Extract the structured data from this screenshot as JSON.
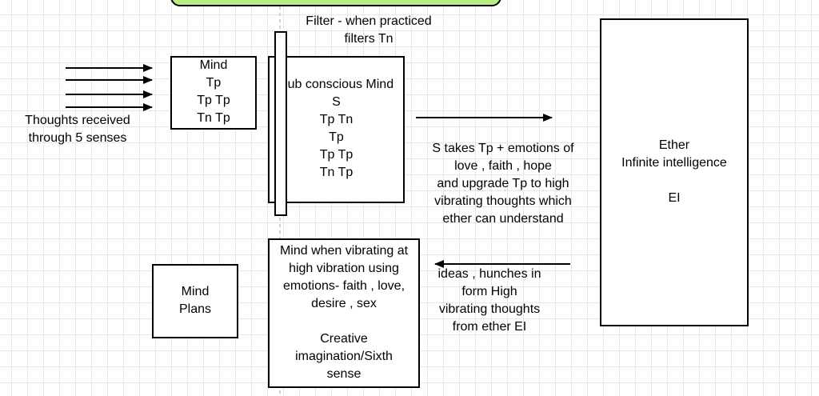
{
  "diagram": {
    "filter_label": "Filter - when practiced\nfilters Tn",
    "thoughts_label": "Thoughts received\nthrough 5 senses",
    "mind_box": "Mind\nTp\nTp Tp\nTn Tp",
    "subconscious_box": "Sub conscious Mind\nS\nTp Tn\nTp\nTp Tp\nTn Tp",
    "s_takes_label": "S takes Tp + emotions of\nlove , faith , hope\nand upgrade Tp to high\nvibrating thoughts which\nether can understand",
    "ether_box": "Ether\nInfinite intelligence\n\nEI",
    "ideas_label": "ideas , hunches in\nform High\nvibrating thoughts\nfrom ether EI",
    "mind_vibrating_box": "Mind when vibrating at\nhigh vibration using\nemotions- faith , love,\ndesire , sex\n\nCreative\nimagination/Sixth\nsense",
    "mind_plans_box": "Mind\nPlans"
  },
  "colors": {
    "top_shape_fill": "#b9ed84",
    "grid": "#e6e6e6",
    "stroke": "#000000"
  }
}
